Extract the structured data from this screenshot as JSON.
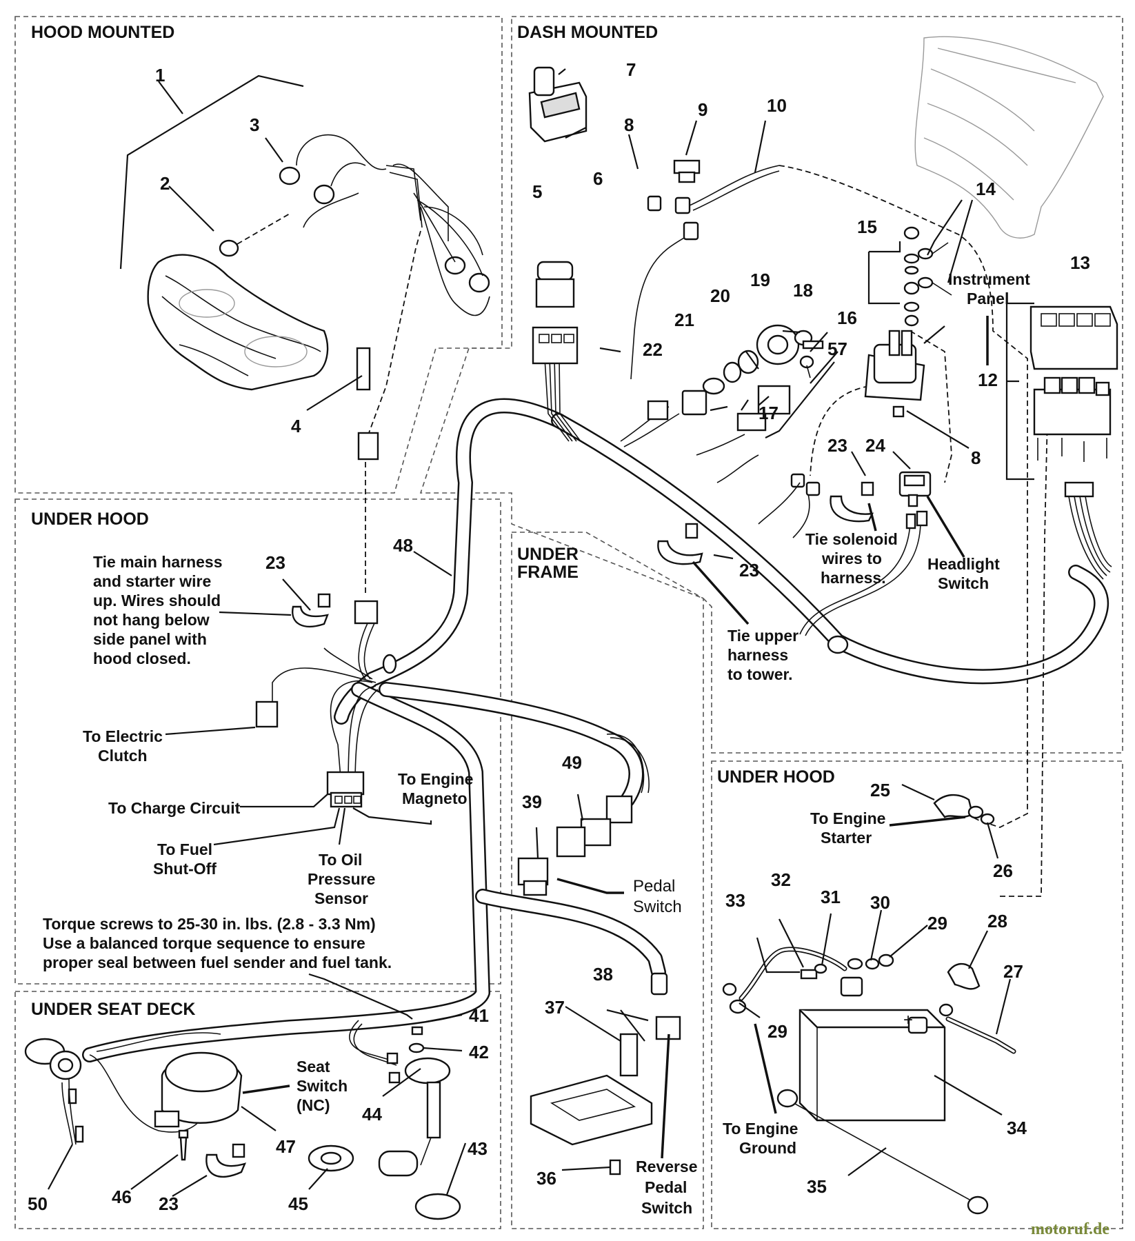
{
  "sections": {
    "hood_mounted": "HOOD MOUNTED",
    "dash_mounted": "DASH MOUNTED",
    "under_hood_left": "UNDER HOOD",
    "under_frame": [
      "UNDER",
      "FRAME"
    ],
    "under_hood_right": "UNDER HOOD",
    "under_seat_deck": "UNDER SEAT DECK"
  },
  "callouts": {
    "c1": "1",
    "c2": "2",
    "c3": "3",
    "c4": "4",
    "c5": "5",
    "c6": "6",
    "c7": "7",
    "c8a": "8",
    "c8b": "8",
    "c9": "9",
    "c10": "10",
    "c12": "12",
    "c13": "13",
    "c14": "14",
    "c15": "15",
    "c16": "16",
    "c17": "17",
    "c18": "18",
    "c19": "19",
    "c20": "20",
    "c21": "21",
    "c22": "22",
    "c23a": "23",
    "c23b": "23",
    "c23c": "23",
    "c23d": "23",
    "c24": "24",
    "c25": "25",
    "c26": "26",
    "c27": "27",
    "c28": "28",
    "c29a": "29",
    "c29b": "29",
    "c30": "30",
    "c31": "31",
    "c32": "32",
    "c33": "33",
    "c34": "34",
    "c35": "35",
    "c36": "36",
    "c37": "37",
    "c38": "38",
    "c39": "39",
    "c41": "41",
    "c42": "42",
    "c43": "43",
    "c44": "44",
    "c45": "45",
    "c46": "46",
    "c47": "47",
    "c48": "48",
    "c49": "49",
    "c50": "50",
    "c57": "57"
  },
  "notes": {
    "tie_main": [
      "Tie main harness",
      "and starter wire",
      "up. Wires should",
      "not hang below",
      "side panel with",
      "hood closed."
    ],
    "electric_clutch": [
      "To Electric",
      "Clutch"
    ],
    "charge_circuit": "To Charge Circuit",
    "fuel_shutoff": [
      "To Fuel",
      "Shut-Off"
    ],
    "oil_pressure": [
      "To Oil",
      "Pressure",
      "Sensor"
    ],
    "engine_magneto": [
      "To Engine",
      "Magneto"
    ],
    "torque": [
      "Torque screws to 25-30 in. lbs. (2.8 - 3.3 Nm)",
      "Use a balanced torque sequence to ensure",
      "proper seal between fuel sender and fuel tank."
    ],
    "instrument_panel": [
      "Instrument",
      "Panel"
    ],
    "tie_solenoid": [
      "Tie solenoid",
      "wires to",
      "harness."
    ],
    "headlight_switch": [
      "Headlight",
      "Switch"
    ],
    "tie_upper": [
      "Tie upper",
      "harness",
      "to tower."
    ],
    "pedal_switch": [
      "Pedal",
      "Switch"
    ],
    "engine_starter": [
      "To Engine",
      "Starter"
    ],
    "engine_ground": [
      "To Engine",
      "Ground"
    ],
    "reverse_pedal": [
      "Reverse",
      "Pedal",
      "Switch"
    ],
    "seat_switch": [
      "Seat",
      "Switch",
      "(NC)"
    ]
  },
  "watermark": "motoruf.de"
}
